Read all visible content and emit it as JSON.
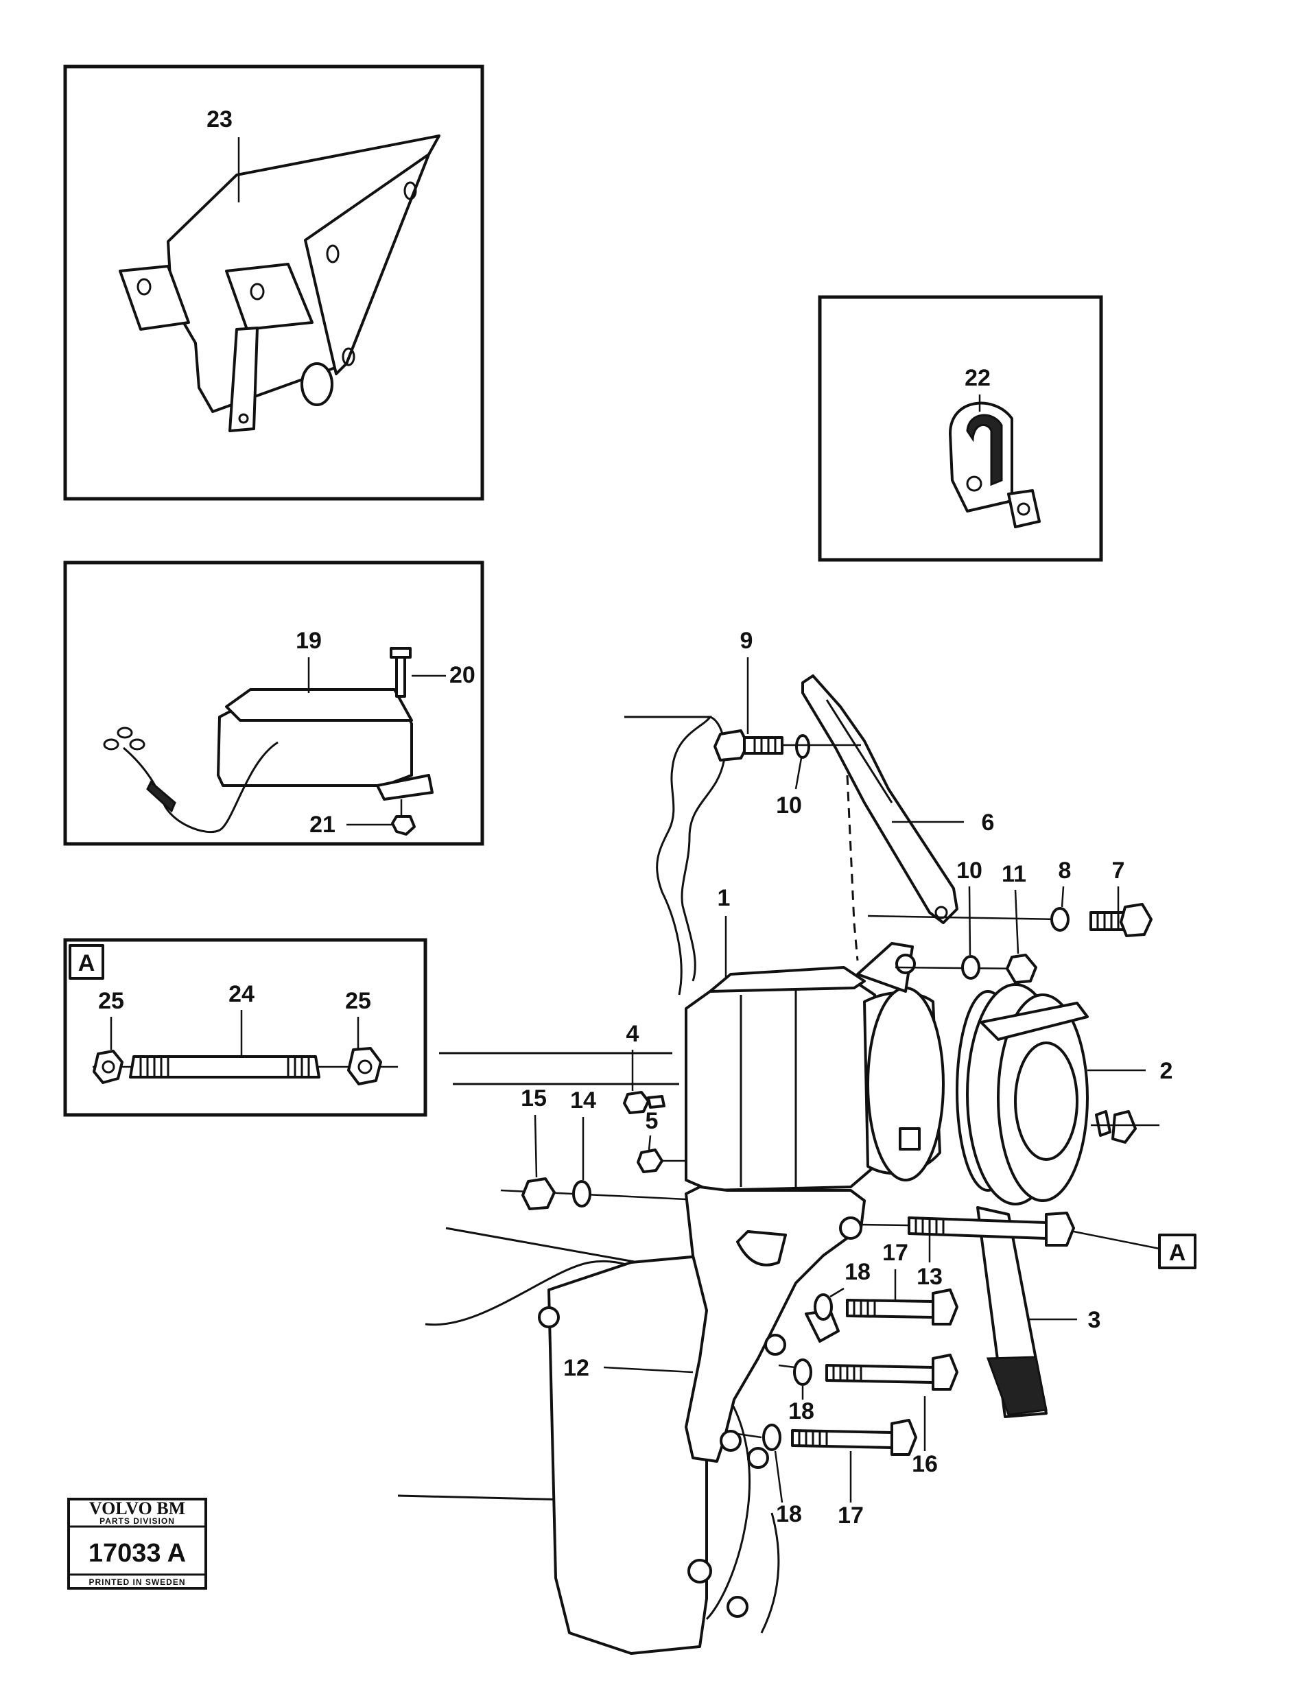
{
  "callouts": {
    "c1": "1",
    "c2": "2",
    "c3": "3",
    "c4": "4",
    "c5": "5",
    "c6": "6",
    "c7": "7",
    "c8": "8",
    "c9": "9",
    "c10a": "10",
    "c10b": "10",
    "c11": "11",
    "c12": "12",
    "c13": "13",
    "c14": "14",
    "c15": "15",
    "c16": "16",
    "c17a": "17",
    "c17b": "17",
    "c18a": "18",
    "c18b": "18",
    "c18c": "18",
    "c19": "19",
    "c20": "20",
    "c21": "21",
    "c22": "22",
    "c23": "23",
    "c24": "24",
    "c25a": "25",
    "c25b": "25"
  },
  "detail_refs": {
    "inset_a_tag": "A",
    "main_a_tag": "A"
  },
  "stamp": {
    "brand": "VOLVO BM",
    "division": "PARTS DIVISION",
    "number": "17033 A",
    "printed": "PRINTED IN SWEDEN"
  }
}
